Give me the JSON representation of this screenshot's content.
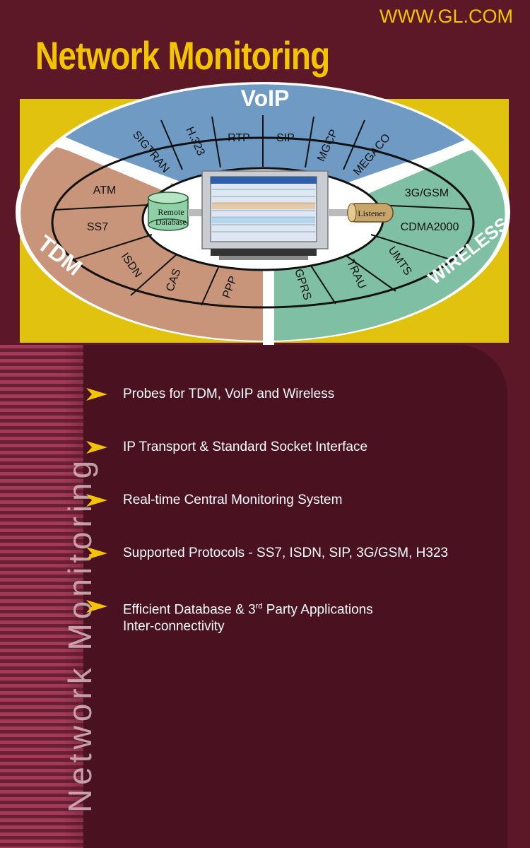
{
  "header": {
    "url": "WWW.GL.COM",
    "title": "Network Monitoring"
  },
  "diagram": {
    "voip": {
      "label": "VoIP",
      "protocols": [
        "SIGTRAN",
        "H.323",
        "RTP",
        "SIP",
        "MGCP",
        "MEGACO"
      ]
    },
    "tdm": {
      "label": "TDM",
      "protocols": [
        "ATM",
        "SS7",
        "ISDN",
        "CAS",
        "PPP"
      ]
    },
    "wireless": {
      "label": "WIRELESS",
      "protocols": [
        "3G/GSM",
        "CDMA2000",
        "UMTS",
        "TRAU",
        "GPRS"
      ]
    },
    "remote_db": {
      "line1": "Remote",
      "line2": "Database"
    },
    "listener": "Listener",
    "colors": {
      "voip": "#6f9ac4",
      "tdm": "#c8957a",
      "wireless": "#7fc0a4",
      "yellow": "#e1c20f",
      "background": "#5c1826"
    }
  },
  "side_label": "Network Monitoring",
  "bullets": [
    {
      "text": "Probes for TDM, VoIP and Wireless"
    },
    {
      "text": "IP Transport & Standard Socket Interface"
    },
    {
      "text": "Real-time Central Monitoring System"
    },
    {
      "text": "Supported Protocols - SS7, ISDN, SIP, 3G/GSM, H323"
    },
    {
      "text_before": "Efficient Database & 3",
      "sup": "rd",
      "text_after": " Party Applications",
      "text_line2": "Inter-connectivity"
    }
  ]
}
